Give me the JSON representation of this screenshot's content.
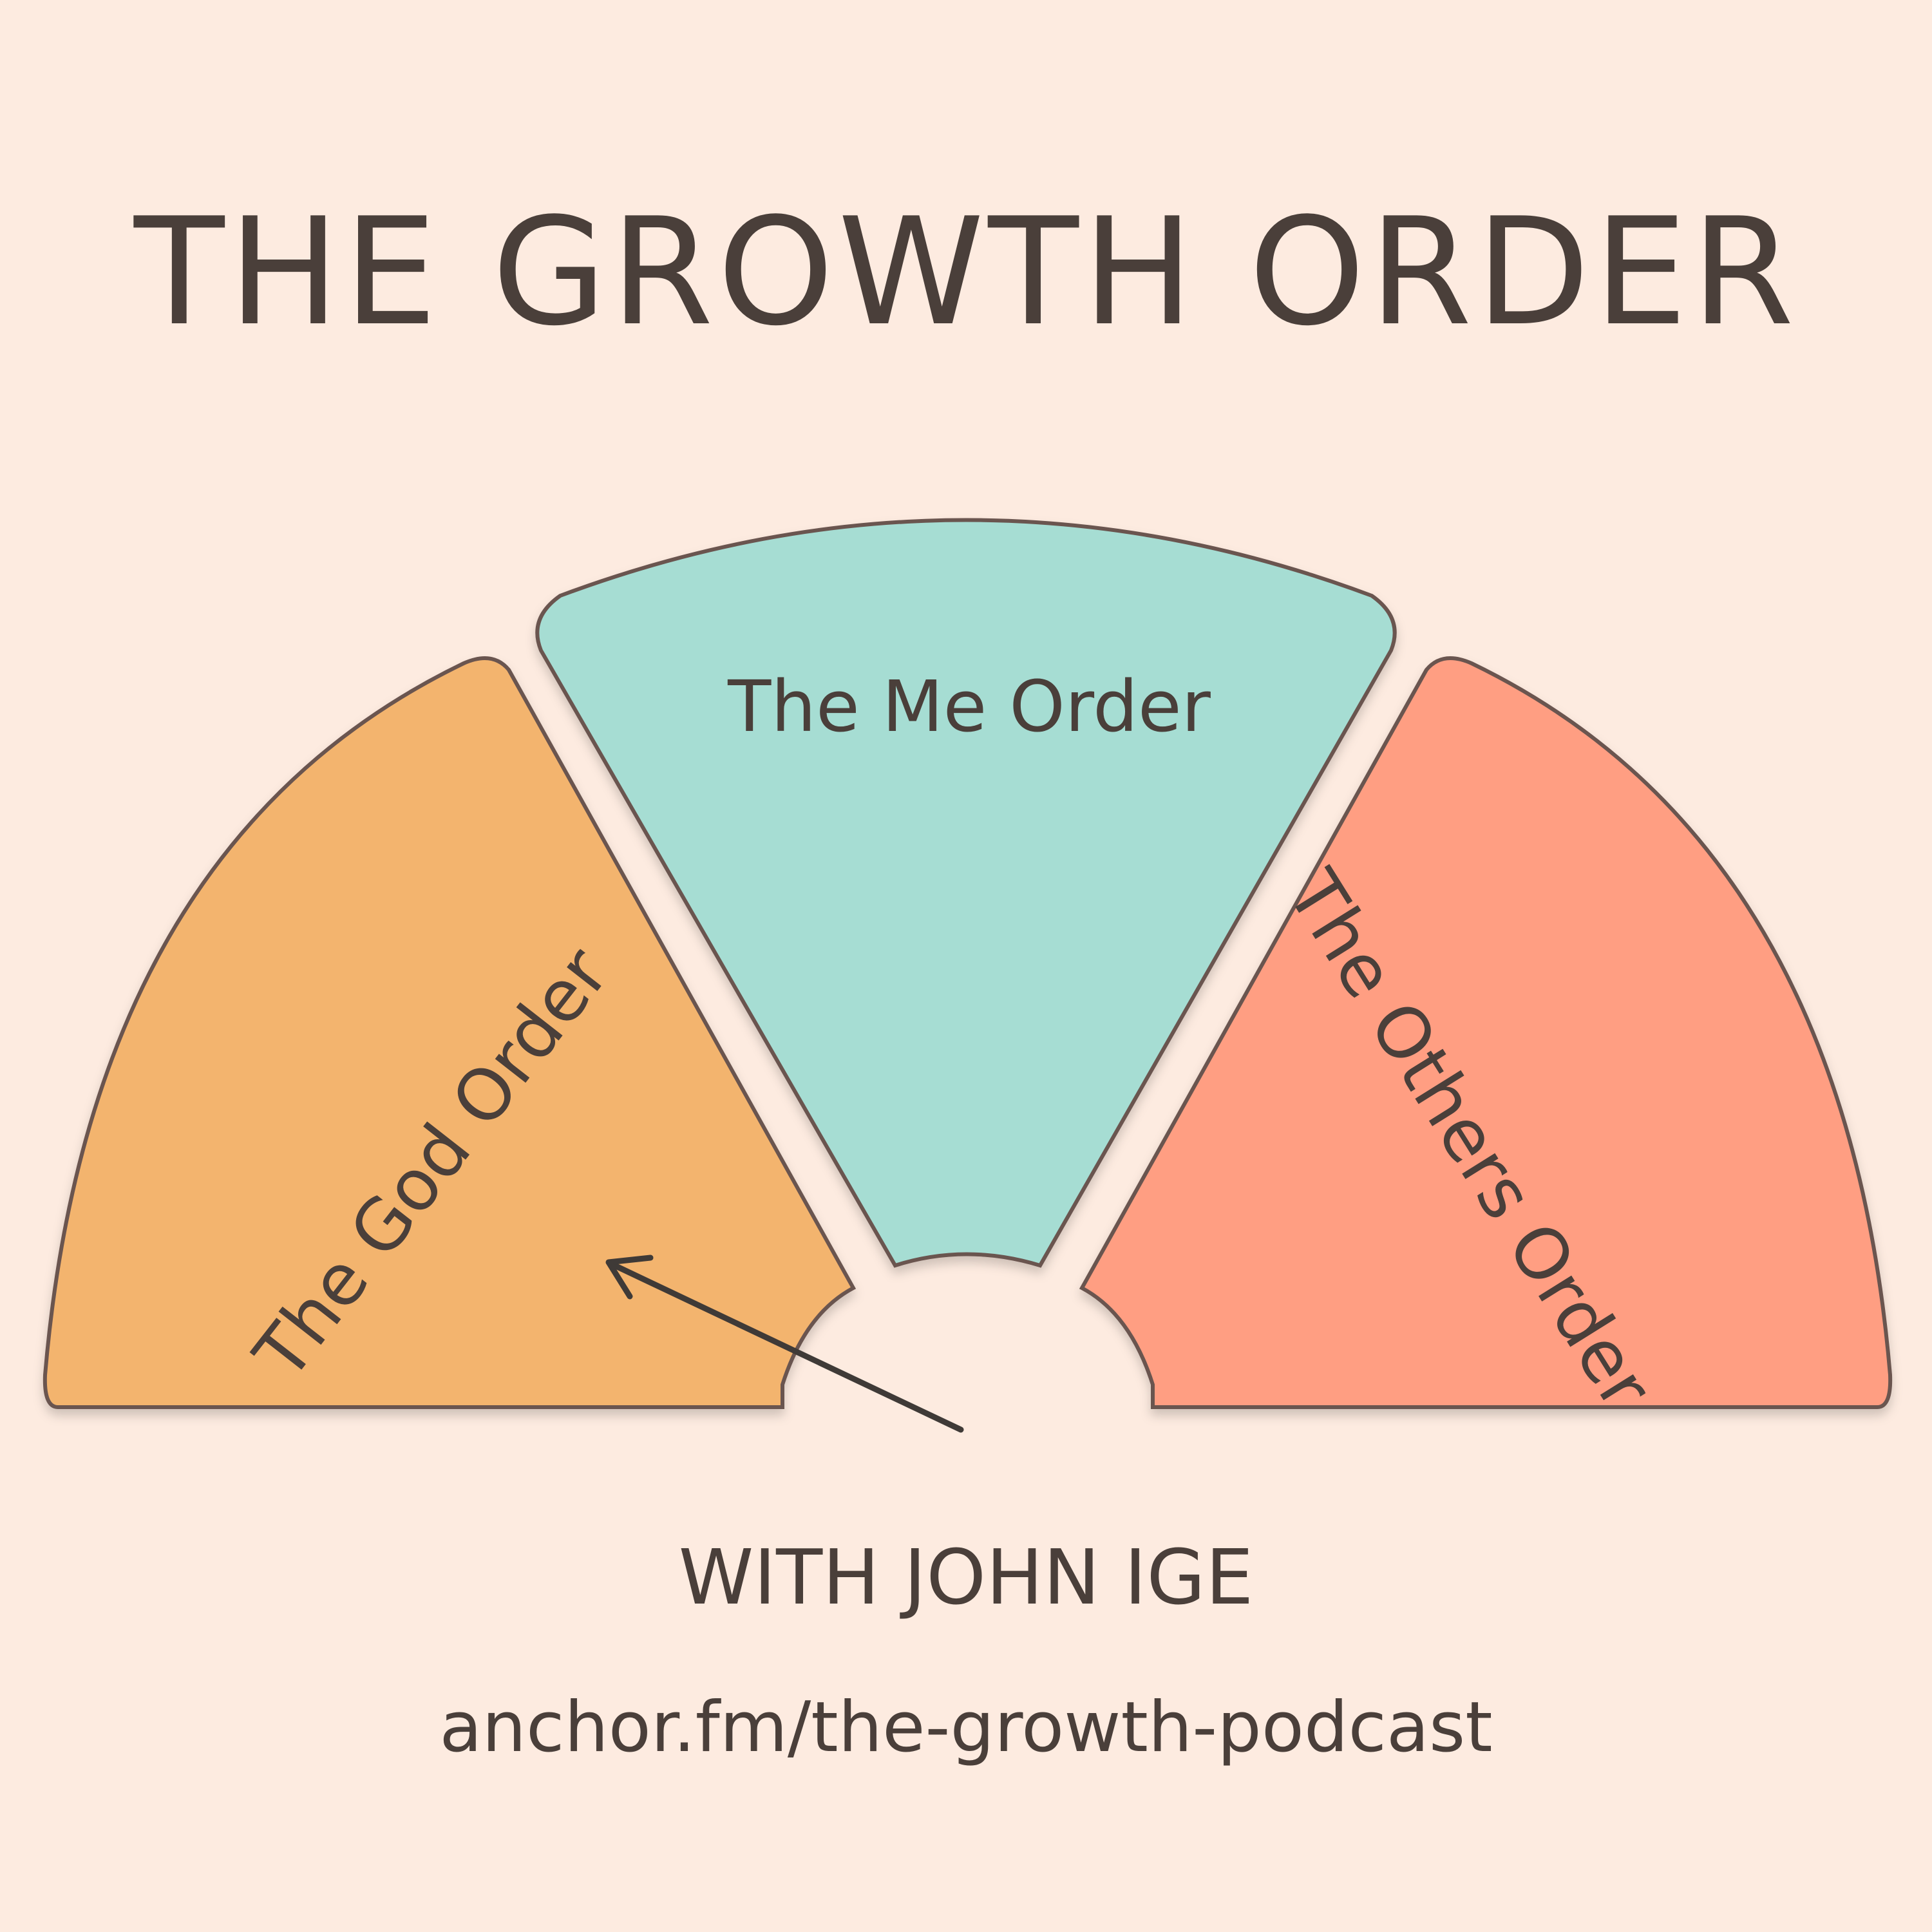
{
  "title": "THE GROWTH ORDER",
  "segments": [
    {
      "label": "The God Order",
      "color": "#f3b46e"
    },
    {
      "label": "The Me Order",
      "color": "#a6ddd3"
    },
    {
      "label": "The Others Order",
      "color": "#ff9e82"
    }
  ],
  "subtitle": "WITH JOHN IGE",
  "link": "anchor.fm/the-growth-podcast",
  "colors": {
    "background": "#fdebe0",
    "text": "#4a3f3a",
    "outline": "#6b5550"
  }
}
